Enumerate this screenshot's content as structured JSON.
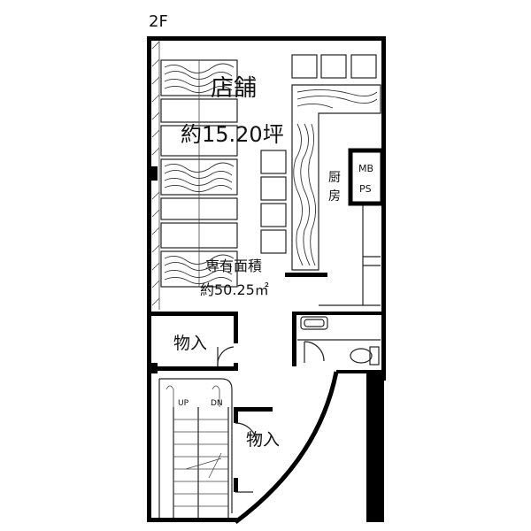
{
  "floor_label": "2F",
  "rooms": {
    "shop_name": "店舗",
    "shop_area": "約15.20坪",
    "kitchen": "厨\n房",
    "mb": "MB",
    "ps": "PS",
    "exclusive_label": "専有面積",
    "exclusive_area": "約50.25㎡",
    "storage_1": "物入",
    "storage_2": "物入"
  },
  "stairs": {
    "up": "UP",
    "dn": "DN"
  }
}
